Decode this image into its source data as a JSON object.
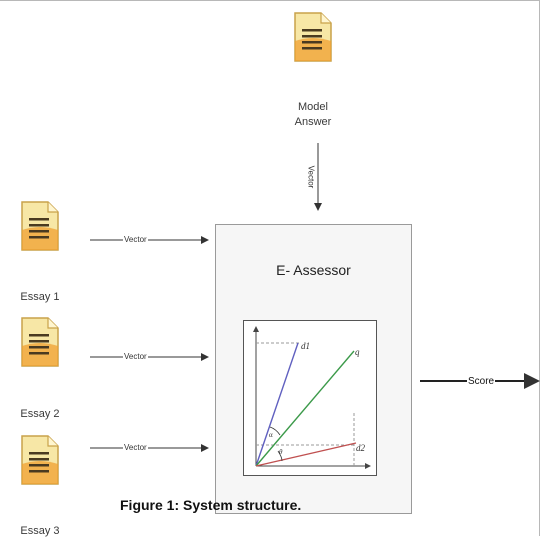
{
  "model_answer": {
    "label_line1": "Model",
    "label_line2": "Answer",
    "arrow_label": "Vector"
  },
  "essays": [
    {
      "label": "Essay 1",
      "arrow_label": "Vector"
    },
    {
      "label": "Essay 2",
      "arrow_label": "Vector"
    },
    {
      "label": "Essay 3",
      "arrow_label": "Vector"
    }
  ],
  "assessor": {
    "title": "E- Assessor"
  },
  "plot": {
    "vectors": [
      "d1",
      "q",
      "d2"
    ],
    "angles": [
      "α",
      "θ"
    ]
  },
  "output": {
    "label": "Score"
  },
  "caption": "Figure 1: System structure.",
  "colors": {
    "doc_fill": "#f7e7a6",
    "doc_accent": "#f0a030",
    "d1": "#6060c0",
    "q": "#3c9a4a",
    "d2": "#c05050"
  },
  "icons": [
    "document-icon"
  ]
}
